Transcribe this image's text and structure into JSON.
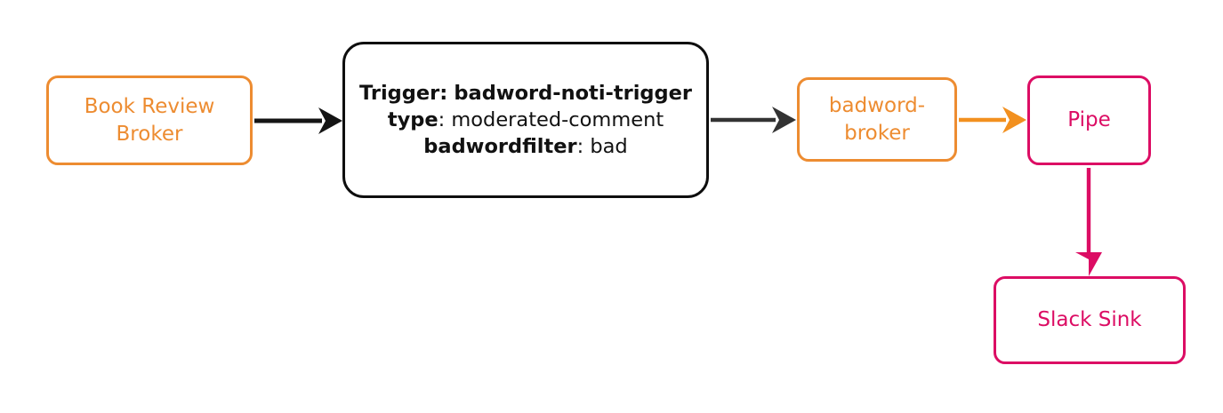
{
  "diagram": {
    "type": "flow-diagram",
    "background_color": "#ffffff",
    "colors": {
      "broker_orange": "#ED8C31",
      "sink_crimson": "#DC0D64",
      "trigger_black": "#0E0E0E",
      "arrow_dark": "#2F2F2F"
    },
    "nodes": [
      {
        "id": "book-review-broker",
        "label_line_1": "Book Review",
        "label_line_2": "Broker",
        "style": "orange-rounded",
        "color": "#ED8C31"
      },
      {
        "id": "trigger-box",
        "style": "black-rounded",
        "color": "#0E0E0E",
        "lines": [
          {
            "key": "Trigger:",
            "value": "badword-noti-trigger",
            "all_bold": true
          },
          {
            "key": "type",
            "separator": ": ",
            "value": "moderated-comment",
            "all_bold": false
          },
          {
            "key": "badwordfilter",
            "separator": ": ",
            "value": "bad",
            "all_bold": false
          }
        ]
      },
      {
        "id": "badword-broker",
        "label_line_1": "badword-",
        "label_line_2": "broker",
        "style": "orange-rounded",
        "color": "#ED8C31"
      },
      {
        "id": "pipe",
        "label": "Pipe",
        "style": "crimson-rounded",
        "color": "#DC0D64"
      },
      {
        "id": "slack-sink",
        "label": "Slack Sink",
        "style": "crimson-rounded",
        "color": "#DC0D64"
      }
    ],
    "edges": [
      {
        "id": "edge-book-review-to-trigger",
        "from": "book-review-broker",
        "to": "trigger-box",
        "color": "#141414",
        "direction": "right"
      },
      {
        "id": "edge-trigger-to-badword-broker",
        "from": "trigger-box",
        "to": "badword-broker",
        "color": "#333333",
        "direction": "right"
      },
      {
        "id": "edge-badword-broker-to-pipe",
        "from": "badword-broker",
        "to": "pipe",
        "color": "#F2901F",
        "direction": "right"
      },
      {
        "id": "edge-pipe-to-slack-sink",
        "from": "pipe",
        "to": "slack-sink",
        "color": "#DC0D64",
        "direction": "down"
      }
    ]
  }
}
